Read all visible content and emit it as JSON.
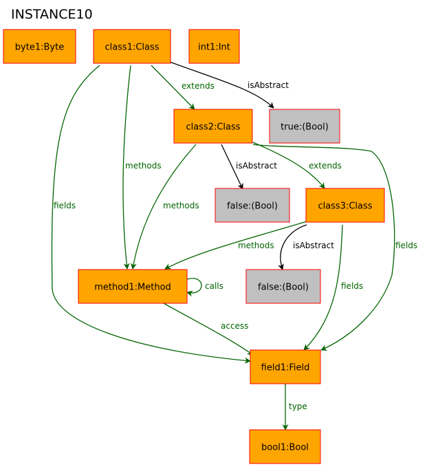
{
  "title": "INSTANCE10",
  "colors": {
    "object_fill": "#ffa500",
    "value_fill": "#c0c0c0",
    "border": "#ff0000",
    "relation_edge": "#006400",
    "attribute_edge": "#000000"
  },
  "nodes": [
    {
      "id": "byte1",
      "label": "byte1:Byte",
      "kind": "object"
    },
    {
      "id": "class1",
      "label": "class1:Class",
      "kind": "object"
    },
    {
      "id": "int1",
      "label": "int1:Int",
      "kind": "object"
    },
    {
      "id": "true1",
      "label": "true:(Bool)",
      "kind": "value"
    },
    {
      "id": "class2",
      "label": "class2:Class",
      "kind": "object"
    },
    {
      "id": "false1",
      "label": "false:(Bool)",
      "kind": "value"
    },
    {
      "id": "class3",
      "label": "class3:Class",
      "kind": "object"
    },
    {
      "id": "method1",
      "label": "method1:Method",
      "kind": "object"
    },
    {
      "id": "false2",
      "label": "false:(Bool)",
      "kind": "value"
    },
    {
      "id": "field1",
      "label": "field1:Field",
      "kind": "object"
    },
    {
      "id": "bool1",
      "label": "bool1:Bool",
      "kind": "object"
    }
  ],
  "edges": [
    {
      "id": "e1",
      "from": "class1",
      "to": "true1",
      "label": "isAbstract",
      "kind": "attribute"
    },
    {
      "id": "e2",
      "from": "class1",
      "to": "class2",
      "label": "extends",
      "kind": "relation"
    },
    {
      "id": "e3",
      "from": "class1",
      "to": "method1",
      "label": "methods",
      "kind": "relation"
    },
    {
      "id": "e4",
      "from": "class1",
      "to": "field1",
      "label": "fields",
      "kind": "relation"
    },
    {
      "id": "e5",
      "from": "class2",
      "to": "false1",
      "label": "isAbstract",
      "kind": "attribute"
    },
    {
      "id": "e6",
      "from": "class2",
      "to": "class3",
      "label": "extends",
      "kind": "relation"
    },
    {
      "id": "e7",
      "from": "class2",
      "to": "method1",
      "label": "methods",
      "kind": "relation"
    },
    {
      "id": "e8",
      "from": "class2",
      "to": "field1",
      "label": "fields",
      "kind": "relation"
    },
    {
      "id": "e9",
      "from": "class3",
      "to": "method1",
      "label": "methods",
      "kind": "relation"
    },
    {
      "id": "e10",
      "from": "class3",
      "to": "false2",
      "label": "isAbstract",
      "kind": "attribute"
    },
    {
      "id": "e11",
      "from": "class3",
      "to": "field1",
      "label": "fields",
      "kind": "relation"
    },
    {
      "id": "e12",
      "from": "method1",
      "to": "method1",
      "label": "calls",
      "kind": "relation"
    },
    {
      "id": "e13",
      "from": "method1",
      "to": "field1",
      "label": "access",
      "kind": "relation"
    },
    {
      "id": "e14",
      "from": "field1",
      "to": "bool1",
      "label": "type",
      "kind": "relation"
    }
  ]
}
